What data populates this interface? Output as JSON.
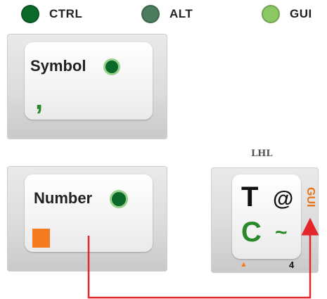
{
  "legend": [
    {
      "label": "CTRL",
      "color": "#0b6a2a"
    },
    {
      "label": "ALT",
      "color": "#4a7c5d"
    },
    {
      "label": "GUI",
      "color": "#8cc864"
    }
  ],
  "keys": {
    "symbol": {
      "label": "Symbol",
      "glyph": ",",
      "mod_color": "#0b6a2a",
      "glyph_color": "#2a8a2a"
    },
    "number": {
      "label": "Number",
      "mod_color": "#0b6a2a",
      "marker_color": "#f47b20"
    },
    "lhl": {
      "title": "LHL",
      "top_left": "T",
      "top_right": "@",
      "bottom_left": "C",
      "bottom_right": "~",
      "side": "GUI",
      "bottom_number": "4",
      "bottom_marker": "▲",
      "colors": {
        "top": "#111111",
        "bottom": "#2a8a2a",
        "side": "#e8751a"
      }
    }
  },
  "connector_color": "#e3242b"
}
